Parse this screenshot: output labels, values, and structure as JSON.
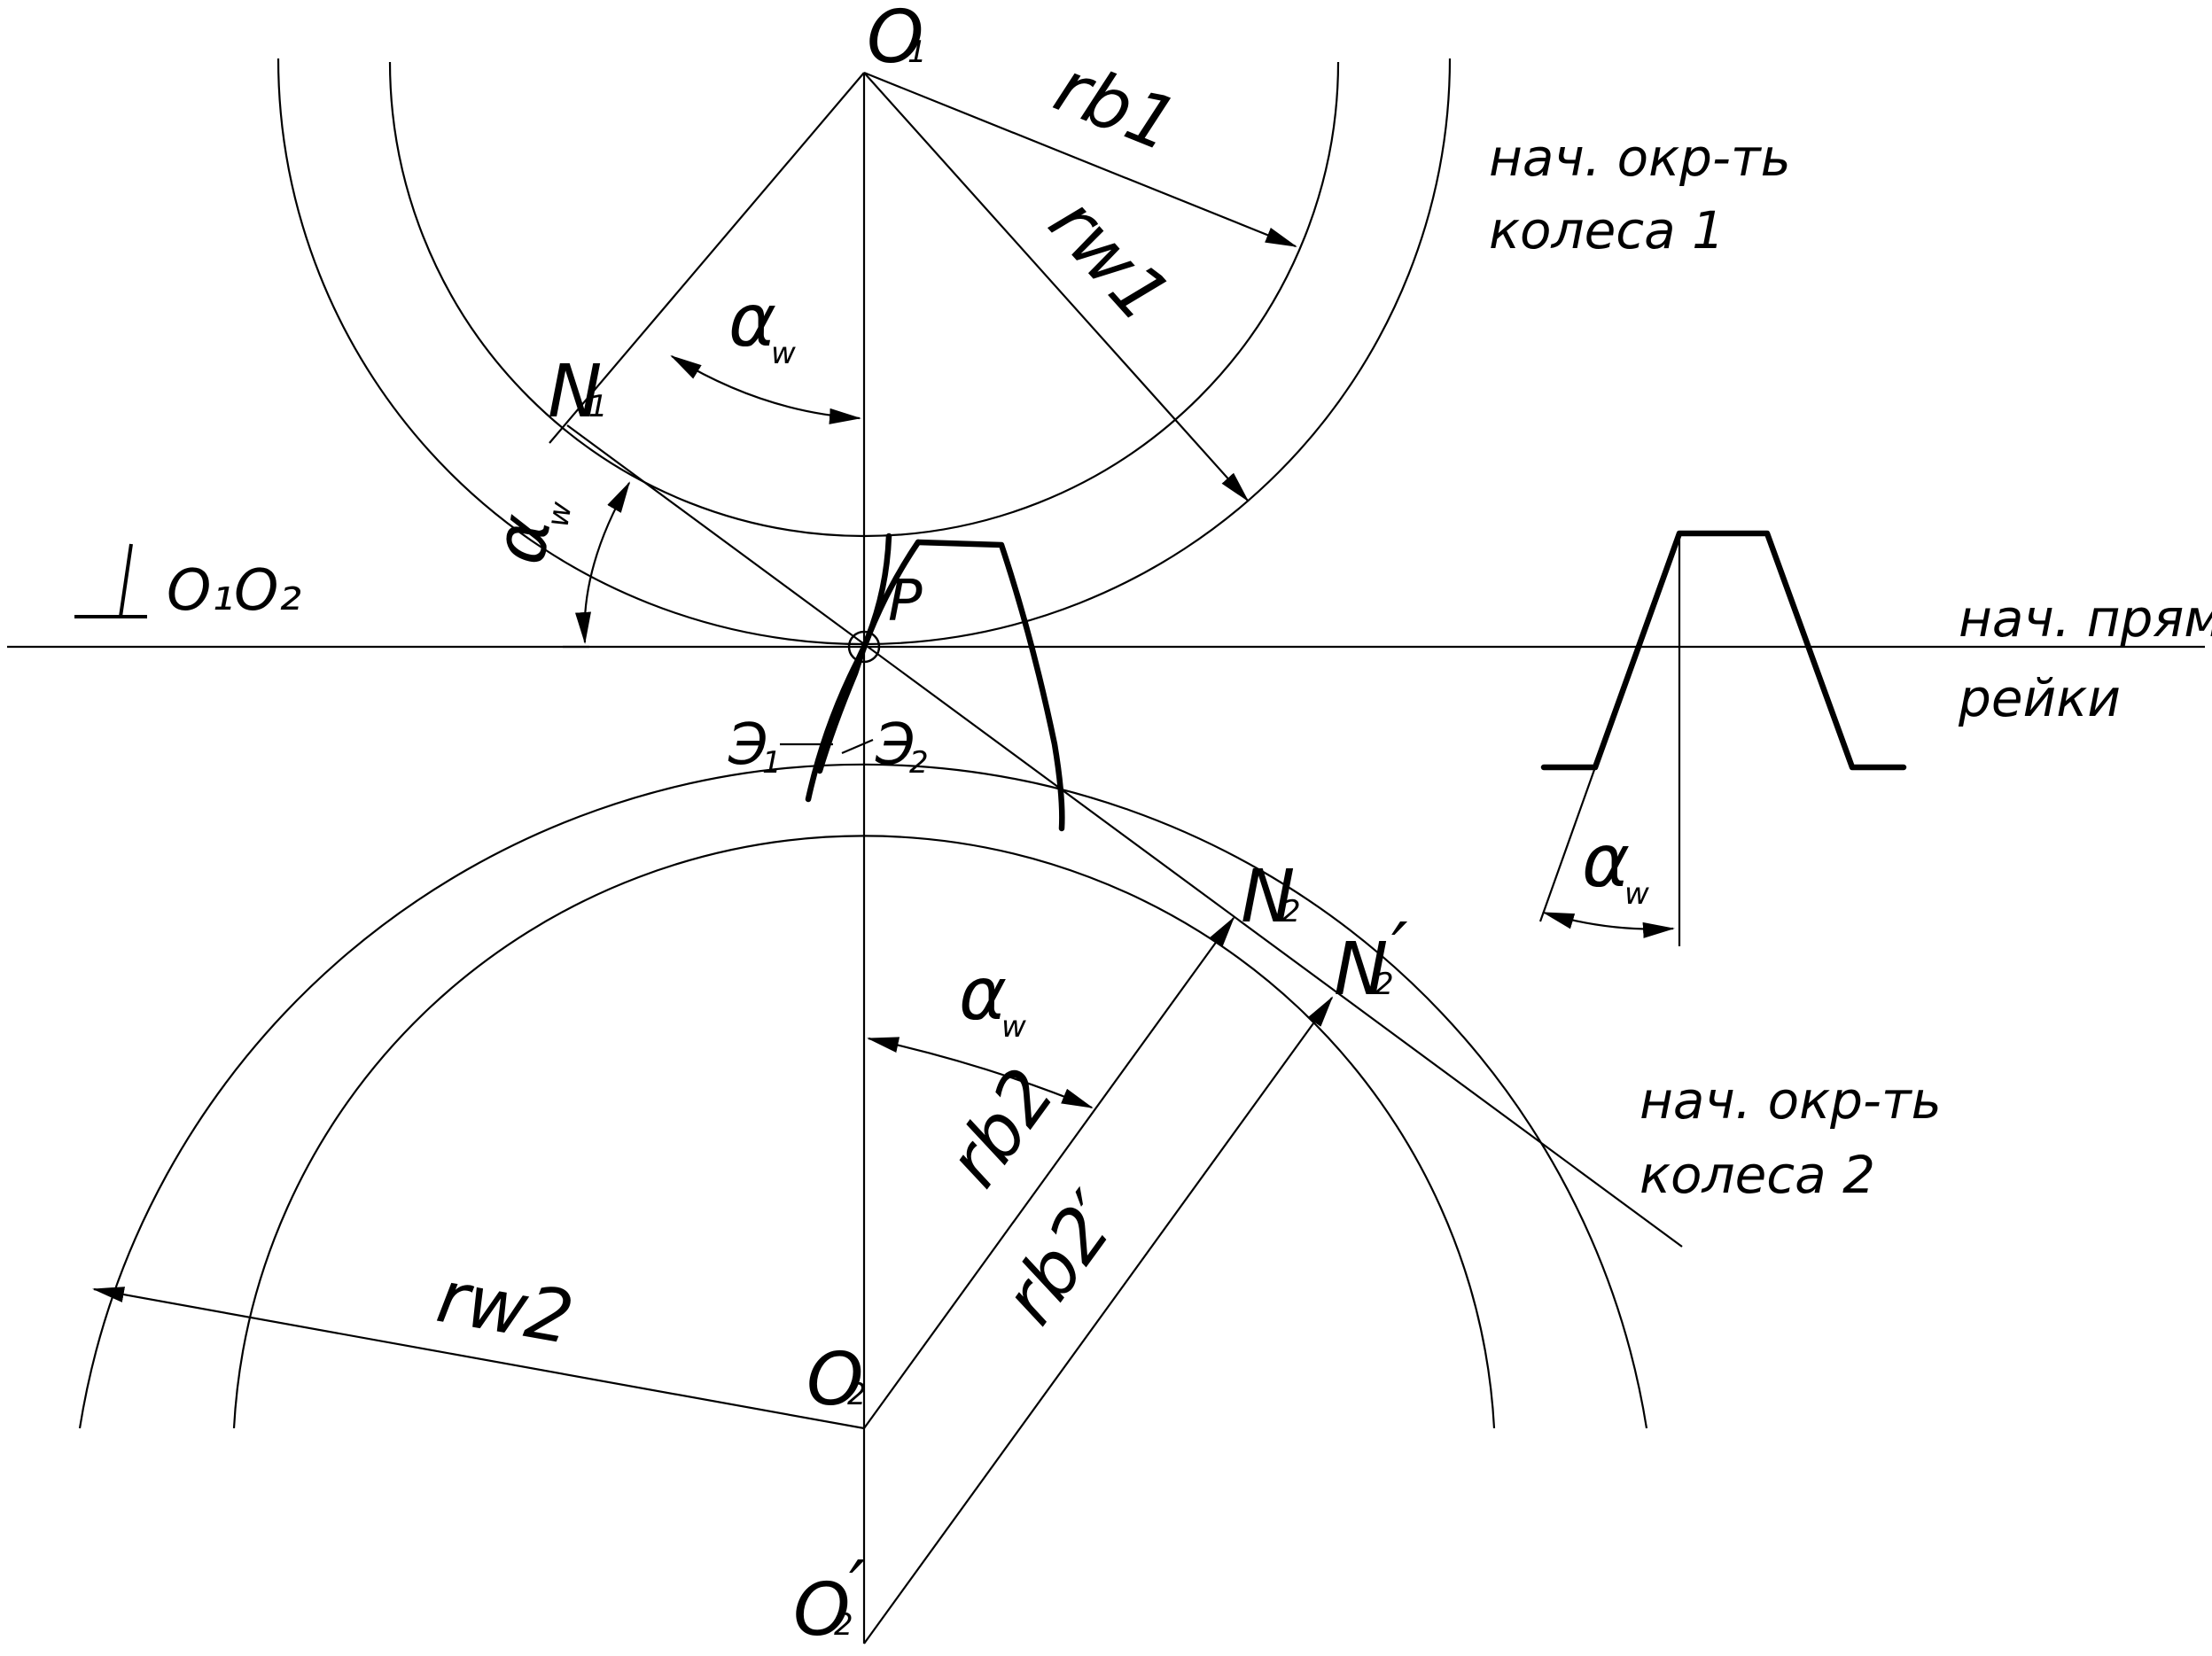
{
  "labels": {
    "O1": "O",
    "O1_sub": "1",
    "O2": "O",
    "O2_sub": "2",
    "O2p": "O",
    "O2p_sub": "2",
    "O2p_prime": "′",
    "N1": "N",
    "N1_sub": "1",
    "N2": "N",
    "N2_sub": "2",
    "N2p": "N",
    "N2p_sub": "2",
    "N2p_prime": "′",
    "P": "P",
    "rb1": "rb1",
    "rw1": "rw1",
    "rb2": "rb2",
    "rb2p": "rb2′",
    "rw2": "rw2",
    "alpha_w": "α",
    "alpha_sub": "w",
    "E1": "Э",
    "E1_sub": "1",
    "E2": "Э",
    "E2_sub": "2",
    "perp": "⊥",
    "O1O2": "O₁O₂"
  },
  "notes": {
    "wheel1_line1": "нач. окр-ть",
    "wheel1_line2": "колеса 1",
    "wheel2_line1": "нач. окр-ть",
    "wheel2_line2": "колеса 2",
    "rack_line1": "нач. прямая",
    "rack_line2": "рейки"
  }
}
